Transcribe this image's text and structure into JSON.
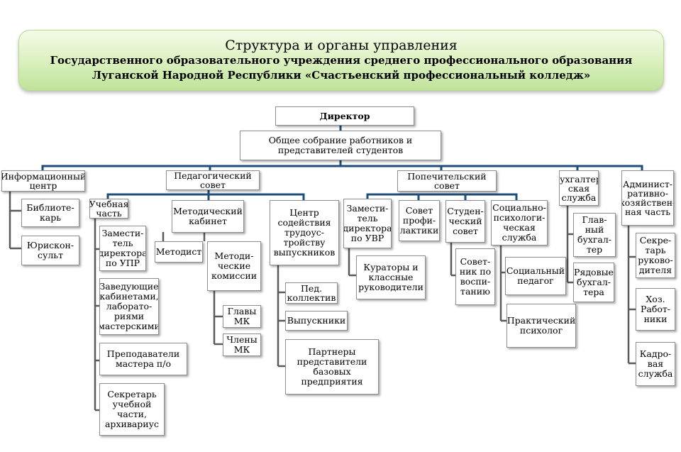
{
  "header": {
    "title": "Структура и органы управления",
    "subtitle": "Государственного образовательного учреждения среднего профессионального образования Луганской Народной Республики «Счастьенский профессиональный колледж»"
  },
  "nodes": {
    "director": "Директор",
    "general_meeting": "Общее собрание работников и представителей студентов",
    "info_center": "Информационный центр",
    "librarian": "Библиоте-карь",
    "lawyer": "Юрискон-сульт",
    "ped_council": "Педагогический совет",
    "academic_part": "Учебная часть",
    "deputy_upr": "Замести-тель директора по УПР",
    "heads_labs": "Заведующие кабинетами, лаборато-риями мастерскими",
    "teachers": "Преподаватели мастера п/о",
    "secretary_academic": "Секретарь учебной части, архивариус",
    "methodical_office": "Методический кабинет",
    "methodist": "Методист",
    "method_commissions": "Методи-ческие комиссии",
    "heads_mk": "Главы МК",
    "members_mk": "Члены МК",
    "employment_center": "Центр содействия трудоус-тройству выпускников",
    "ped_collective": "Пед. коллектив",
    "graduates": "Выпускники",
    "partners": "Партнеры представители базовых предприятия",
    "trustees": "Попечительский совет",
    "deputy_uvr": "Замести-тель директора по УВР",
    "curators": "Кураторы и классные руководители",
    "prevention_council": "Совет профи-лактики",
    "student_council": "Студен-ческий совет",
    "education_advisor": "Совет-ник по воспи-танию",
    "social_service": "Социально-психологи-ческая служба",
    "social_pedagogue": "Социальный педагог",
    "practical_psychologist": "Практический психолог",
    "accounting": "Бухгалтер-ская служба",
    "chief_accountant": "Глав-ный бухгал-тер",
    "accountants": "Рядовые бухгал-тера",
    "admin_part": "Админист-ративно-хозяйствен-ная часть",
    "secretary_head": "Секре-тарь руково-дителя",
    "maintenance": "Хоз. Работ-ники",
    "hr_service": "Кадро-вая служба"
  }
}
